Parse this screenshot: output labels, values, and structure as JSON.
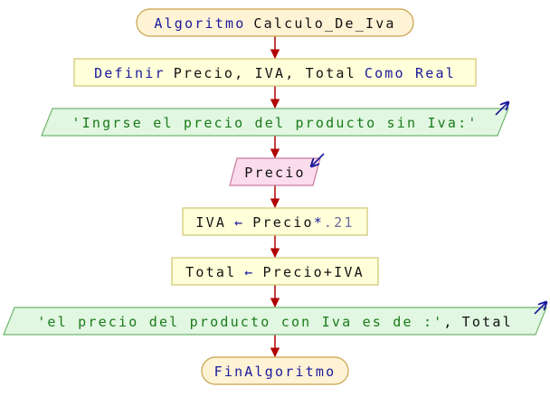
{
  "diagram": {
    "start": {
      "keyword": "Algoritmo",
      "name": "Calculo_De_Iva"
    },
    "define": {
      "keyword": "Definir",
      "vars": "Precio, IVA, Total",
      "type_keyword": "Como Real"
    },
    "output1": {
      "string": "'Ingrse el precio del producto sin Iva:'"
    },
    "input1": {
      "var": "Precio"
    },
    "assign1": {
      "target": "IVA",
      "arrow": "←",
      "expr_var": "Precio",
      "op": "*",
      "number": ".21"
    },
    "assign2": {
      "target": "Total",
      "arrow": "←",
      "expr": "Precio+IVA"
    },
    "output2": {
      "string": "'el precio del producto con Iva es de :'",
      "sep": ",",
      "var": "Total"
    },
    "end": {
      "keyword": "FinAlgoritmo"
    },
    "colors": {
      "terminal_fill": "#fff3d6",
      "terminal_stroke": "#c9a24a",
      "process_fill": "#ffffd9",
      "process_stroke": "#cfc470",
      "output_fill": "#e2f7e2",
      "output_stroke": "#6fb56f",
      "input_fill": "#fbdcec",
      "input_stroke": "#c77aa0",
      "connector": "#b00000",
      "io_arrow": "#1a1a9c"
    }
  }
}
